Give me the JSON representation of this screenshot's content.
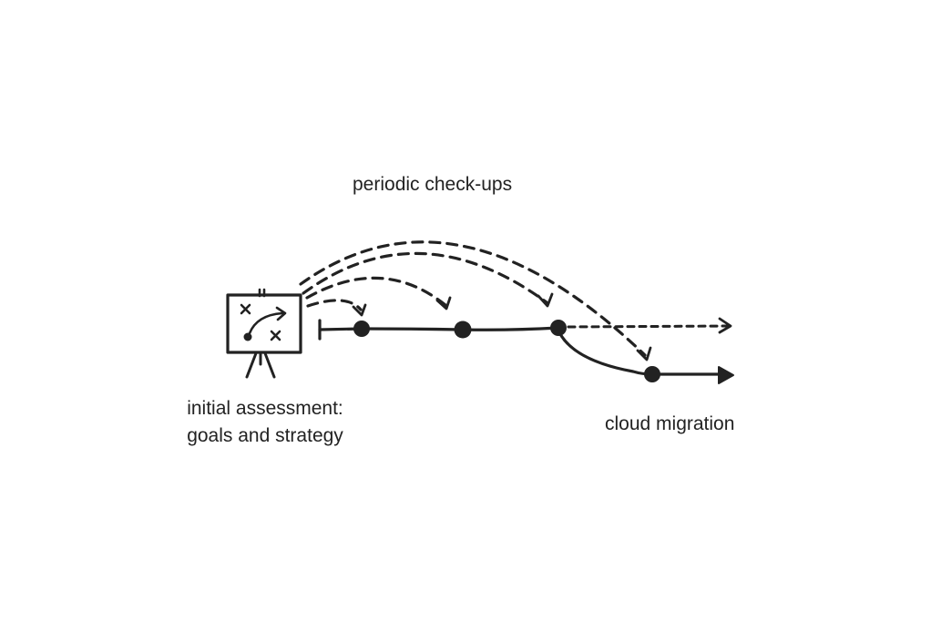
{
  "diagram": {
    "labels": {
      "periodic_checkups": "periodic check-ups",
      "initial_assessment_line1": "initial assessment:",
      "initial_assessment_line2": "goals and strategy",
      "cloud_migration": "cloud migration"
    },
    "icons": {
      "strategy_board": "whiteboard-easel-icon"
    },
    "colors": {
      "ink": "#222222",
      "background": "#ffffff"
    }
  }
}
